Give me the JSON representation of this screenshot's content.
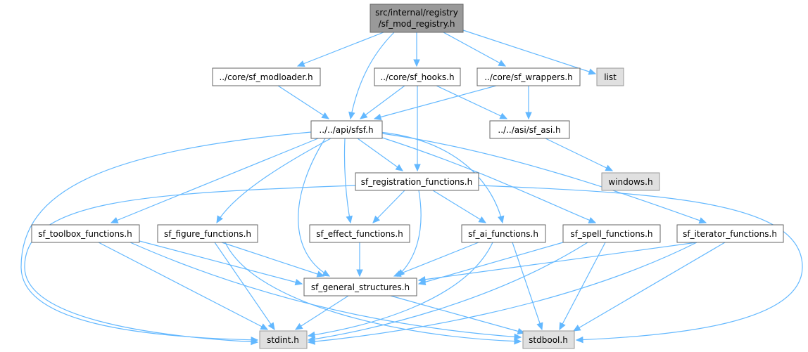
{
  "colors": {
    "edge": "#63b8ff",
    "root_fill": "#999999",
    "node_border": "#666666",
    "external_fill": "#e0e0e0"
  },
  "nodes": {
    "root": {
      "line1": "src/internal/registry",
      "line2": "/sf_mod_registry.h"
    },
    "modloader": "../core/sf_modloader.h",
    "hooks": "../core/sf_hooks.h",
    "wrappers": "../core/sf_wrappers.h",
    "list": "list",
    "sfsf": "../../api/sfsf.h",
    "asi": "../../asi/sf_asi.h",
    "windows": "windows.h",
    "registration": "sf_registration_functions.h",
    "toolbox": "sf_toolbox_functions.h",
    "figure": "sf_figure_functions.h",
    "effect": "sf_effect_functions.h",
    "ai": "sf_ai_functions.h",
    "spell": "sf_spell_functions.h",
    "iterator": "sf_iterator_functions.h",
    "general": "sf_general_structures.h",
    "stdint": "stdint.h",
    "stdbool": "stdbool.h"
  }
}
